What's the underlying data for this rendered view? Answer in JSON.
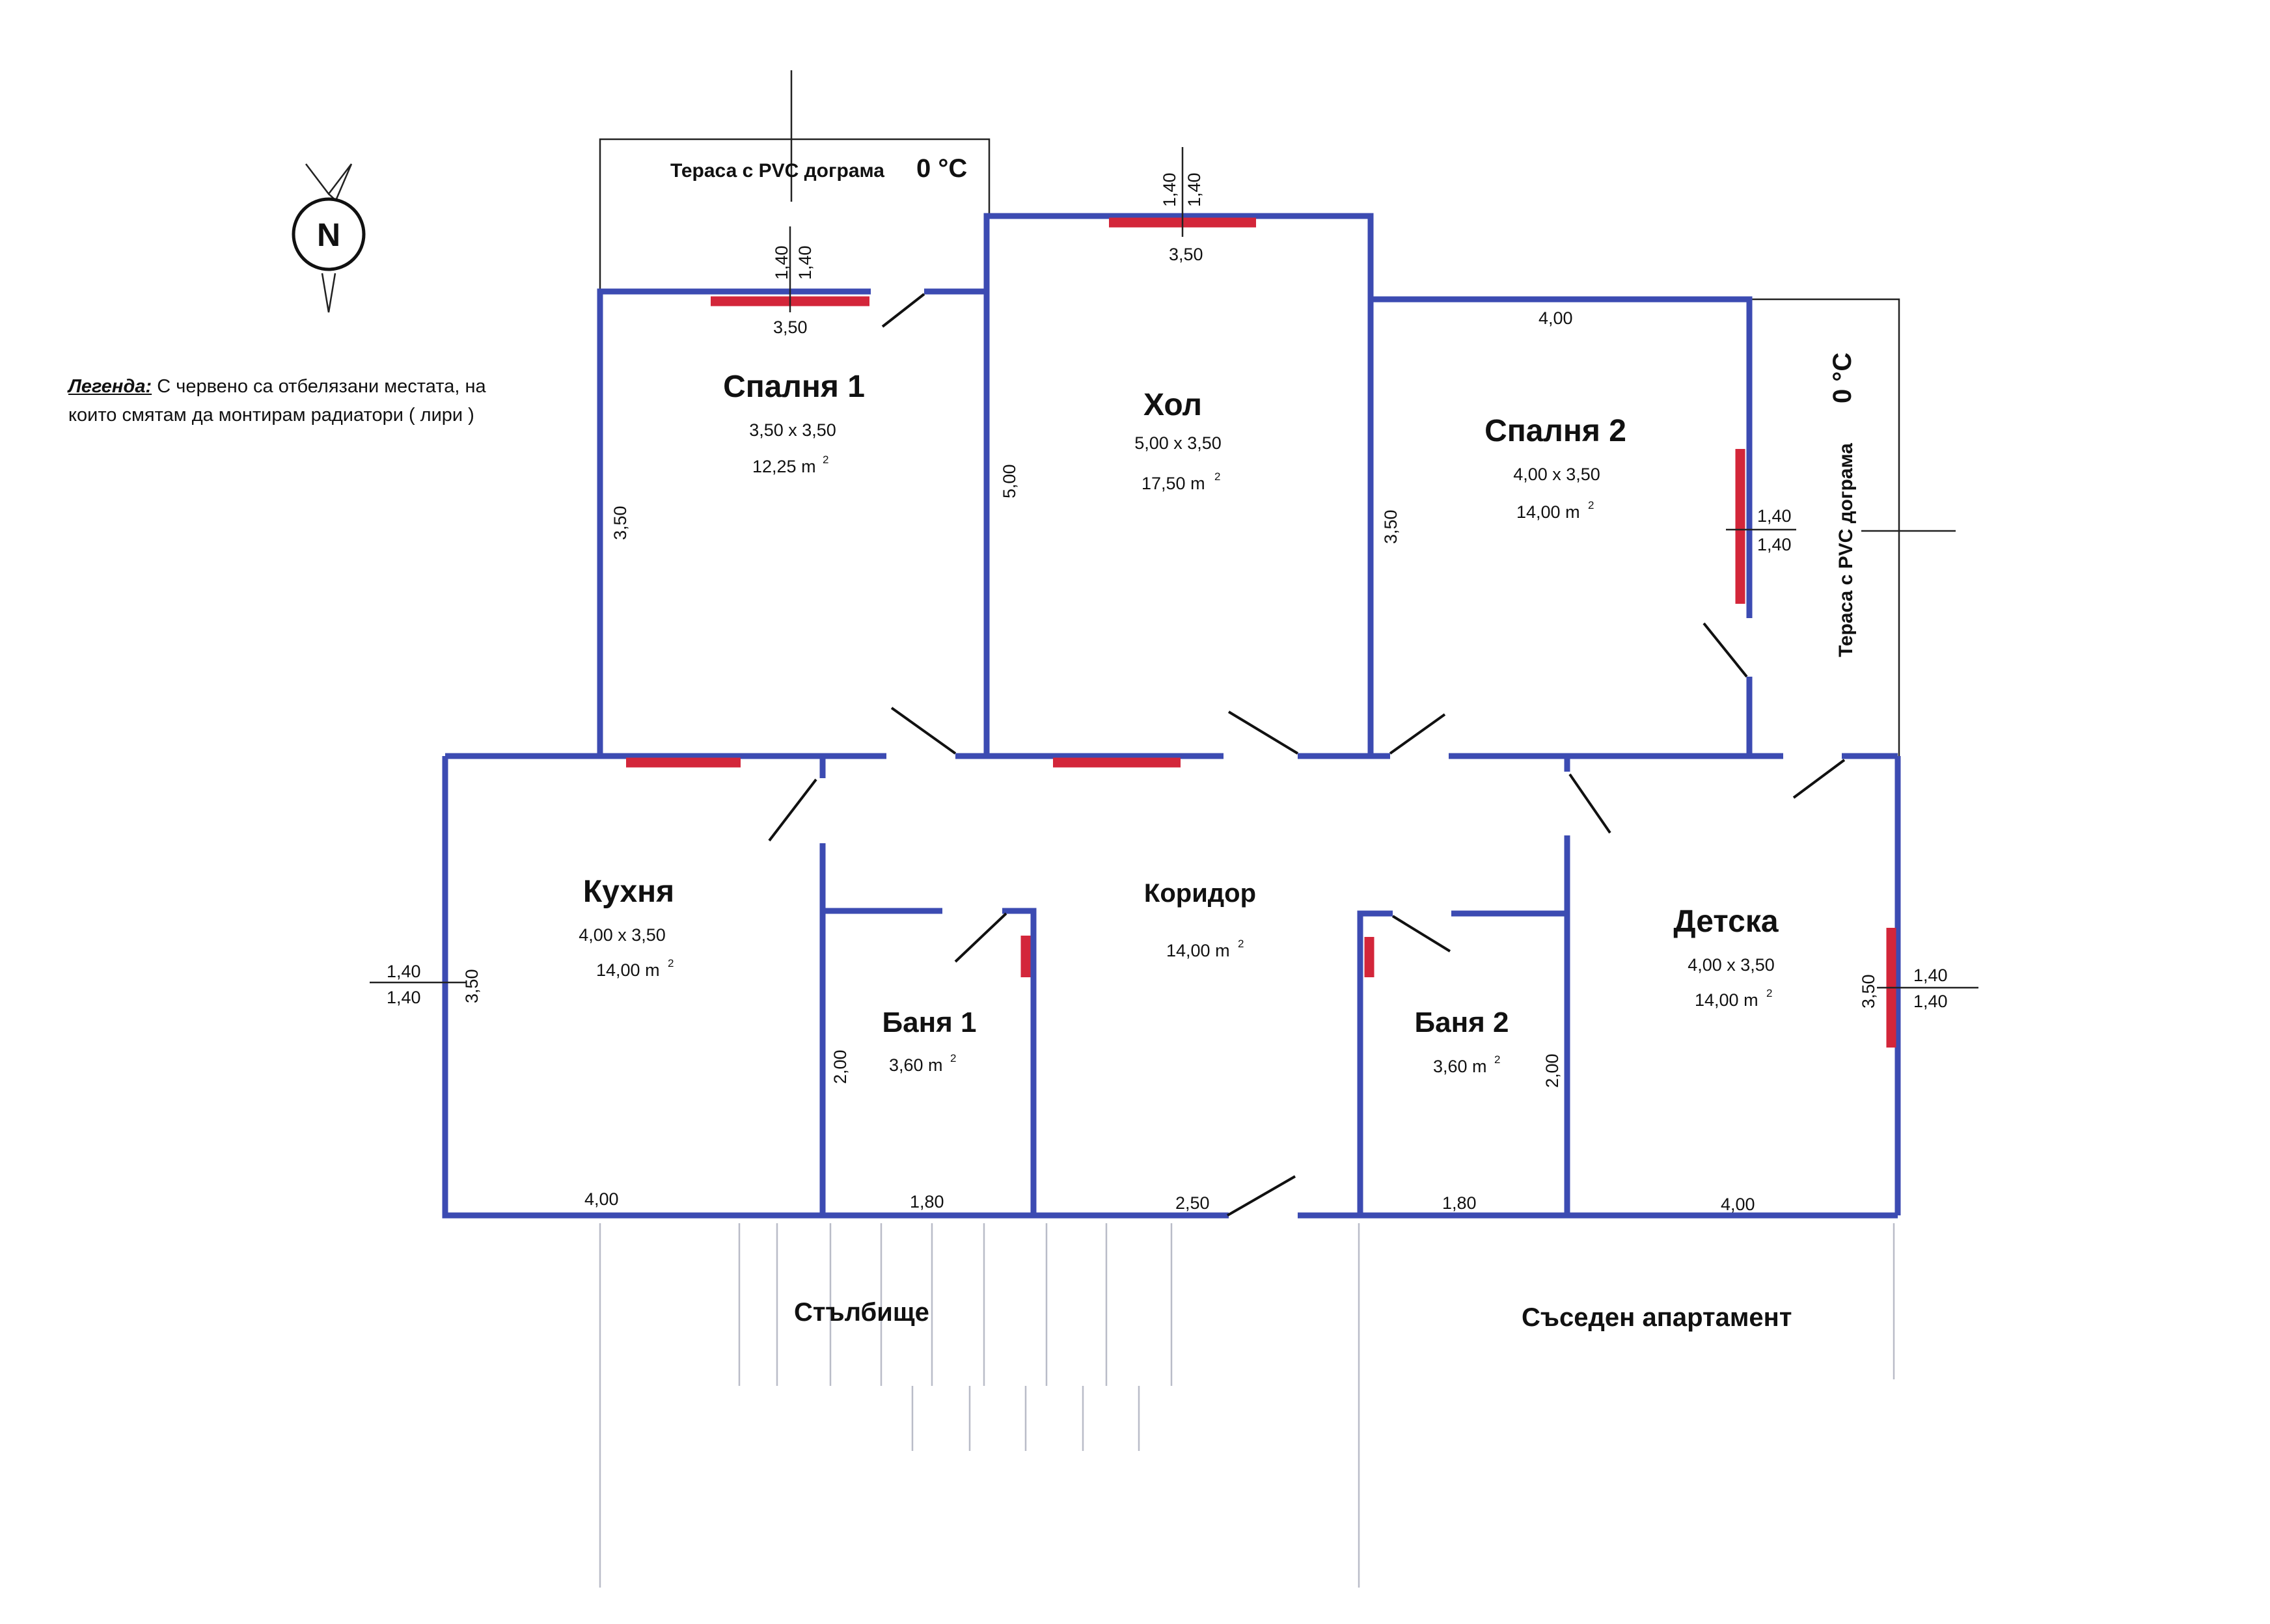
{
  "legend": {
    "title": "Легенда:",
    "line1": " С червено са отбелязани местата, на",
    "line2": "които смятам да монтирам радиатори ( лири )"
  },
  "compass": {
    "letter": "N",
    "icon": "compass-north-icon"
  },
  "terraces": {
    "north": {
      "label": "Тераса с PVC дограма",
      "temp": "0 °C"
    },
    "east": {
      "label": "Тераса с PVC дограма",
      "temp": "0 °C"
    }
  },
  "rooms": {
    "bedroom1": {
      "name": "Спалня 1",
      "dims": "3,50 x 3,50",
      "area": "12,25 m",
      "sup": "2"
    },
    "living": {
      "name": "Хол",
      "dims": "5,00 x 3,50",
      "area": "17,50 m",
      "sup": "2"
    },
    "bedroom2": {
      "name": "Спалня 2",
      "dims": "4,00 x 3,50",
      "area": "14,00 m",
      "sup": "2"
    },
    "kitchen": {
      "name": "Кухня",
      "dims": "4,00 x 3,50",
      "area": "14,00 m",
      "sup": "2"
    },
    "corridor": {
      "name": "Коридор",
      "area": "14,00 m",
      "sup": "2"
    },
    "bath1": {
      "name": "Баня 1",
      "area": "3,60 m",
      "sup": "2"
    },
    "bath2": {
      "name": "Баня 2",
      "area": "3,60 m",
      "sup": "2"
    },
    "kids": {
      "name": "Детска",
      "dims": "4,00 x 3,50",
      "area": "14,00 m",
      "sup": "2"
    }
  },
  "dimensions": {
    "bedroom1_top": "3,50",
    "bedroom1_left": "3,50",
    "bedroom1_win_a": "1,40",
    "bedroom1_win_b": "1,40",
    "living_top": "3,50",
    "living_left": "5,00",
    "living_win_a": "1,40",
    "living_win_b": "1,40",
    "bedroom2_top": "4,00",
    "bedroom2_left": "3,50",
    "bedroom2_win_a": "1,40",
    "bedroom2_win_b": "1,40",
    "kitchen_left": "3,50",
    "kitchen_win_a": "1,40",
    "kitchen_win_b": "1,40",
    "kitchen_bottom": "4,00",
    "bath1_left": "2,00",
    "bath1_bottom": "1,80",
    "corridor_bottom": "2,50",
    "bath2_right": "2,00",
    "bath2_bottom": "1,80",
    "kids_right": "3,50",
    "kids_win_a": "1,40",
    "kids_win_b": "1,40",
    "kids_bottom": "4,00"
  },
  "outside": {
    "staircase": "Стълбище",
    "neighbor": "Съседен апартамент"
  },
  "colors": {
    "wall": "#3c4bb2",
    "radiator": "#d3263a"
  }
}
